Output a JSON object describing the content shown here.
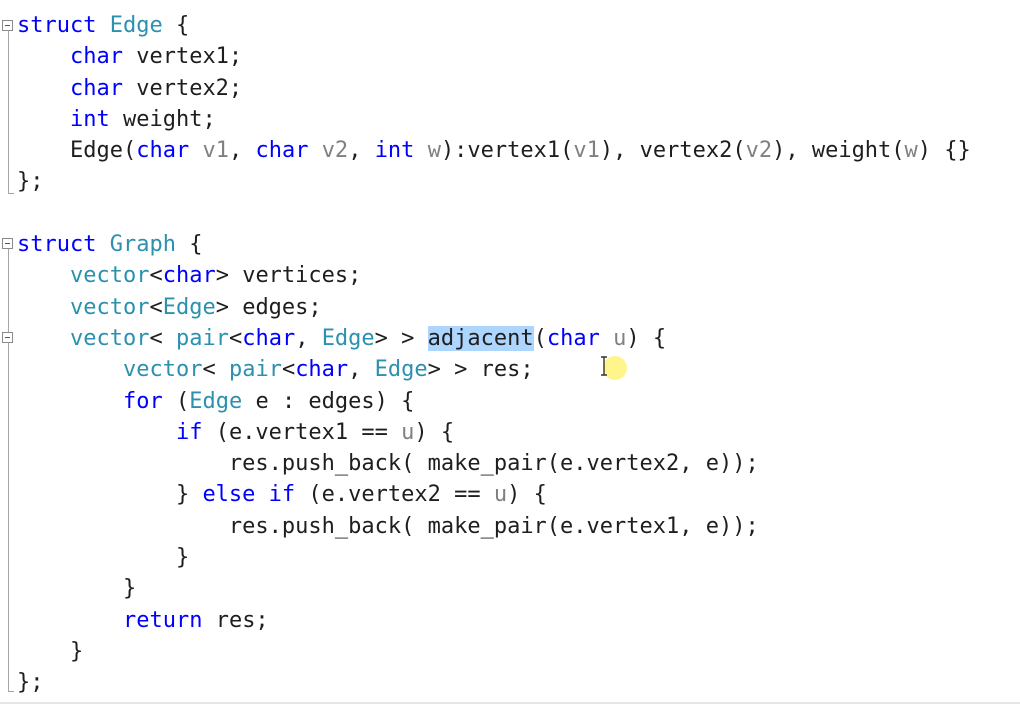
{
  "editor": {
    "highlighted_word": "adjacent",
    "lines": [
      [
        [
          "kw",
          "struct"
        ],
        [
          "pl",
          " "
        ],
        [
          "ty",
          "Edge"
        ],
        [
          "pl",
          " {"
        ]
      ],
      [
        [
          "pl",
          "    "
        ],
        [
          "kw",
          "char"
        ],
        [
          "pl",
          " vertex1;"
        ]
      ],
      [
        [
          "pl",
          "    "
        ],
        [
          "kw",
          "char"
        ],
        [
          "pl",
          " vertex2;"
        ]
      ],
      [
        [
          "pl",
          "    "
        ],
        [
          "kw",
          "int"
        ],
        [
          "pl",
          " weight;"
        ]
      ],
      [
        [
          "pl",
          "    Edge("
        ],
        [
          "kw",
          "char"
        ],
        [
          "pl",
          " "
        ],
        [
          "pm",
          "v1"
        ],
        [
          "pl",
          ", "
        ],
        [
          "kw",
          "char"
        ],
        [
          "pl",
          " "
        ],
        [
          "pm",
          "v2"
        ],
        [
          "pl",
          ", "
        ],
        [
          "kw",
          "int"
        ],
        [
          "pl",
          " "
        ],
        [
          "pm",
          "w"
        ],
        [
          "pl",
          "):vertex1("
        ],
        [
          "pm",
          "v1"
        ],
        [
          "pl",
          "), vertex2("
        ],
        [
          "pm",
          "v2"
        ],
        [
          "pl",
          "), weight("
        ],
        [
          "pm",
          "w"
        ],
        [
          "pl",
          ") {}"
        ]
      ],
      [
        [
          "pl",
          "};"
        ]
      ],
      [
        [
          "pl",
          ""
        ]
      ],
      [
        [
          "kw",
          "struct"
        ],
        [
          "pl",
          " "
        ],
        [
          "ty",
          "Graph"
        ],
        [
          "pl",
          " {"
        ]
      ],
      [
        [
          "pl",
          "    "
        ],
        [
          "ty",
          "vector"
        ],
        [
          "pl",
          "<"
        ],
        [
          "kw",
          "char"
        ],
        [
          "pl",
          "> vertices;"
        ]
      ],
      [
        [
          "pl",
          "    "
        ],
        [
          "ty",
          "vector"
        ],
        [
          "pl",
          "<"
        ],
        [
          "ty",
          "Edge"
        ],
        [
          "pl",
          "> edges;"
        ]
      ],
      [
        [
          "pl",
          "    "
        ],
        [
          "ty",
          "vector"
        ],
        [
          "pl",
          "< "
        ],
        [
          "ty",
          "pair"
        ],
        [
          "pl",
          "<"
        ],
        [
          "kw",
          "char"
        ],
        [
          "pl",
          ", "
        ],
        [
          "ty",
          "Edge"
        ],
        [
          "pl",
          "> > "
        ],
        [
          "hl",
          "adjacent"
        ],
        [
          "pl",
          "("
        ],
        [
          "kw",
          "char"
        ],
        [
          "pl",
          " "
        ],
        [
          "pm",
          "u"
        ],
        [
          "pl",
          ") {"
        ]
      ],
      [
        [
          "pl",
          "        "
        ],
        [
          "ty",
          "vector"
        ],
        [
          "pl",
          "< "
        ],
        [
          "ty",
          "pair"
        ],
        [
          "pl",
          "<"
        ],
        [
          "kw",
          "char"
        ],
        [
          "pl",
          ", "
        ],
        [
          "ty",
          "Edge"
        ],
        [
          "pl",
          "> > res;"
        ]
      ],
      [
        [
          "pl",
          "        "
        ],
        [
          "kw",
          "for"
        ],
        [
          "pl",
          " ("
        ],
        [
          "ty",
          "Edge"
        ],
        [
          "pl",
          " e : edges) {"
        ]
      ],
      [
        [
          "pl",
          "            "
        ],
        [
          "kw",
          "if"
        ],
        [
          "pl",
          " (e.vertex1 == "
        ],
        [
          "pm",
          "u"
        ],
        [
          "pl",
          ") {"
        ]
      ],
      [
        [
          "pl",
          "                res.push_back( make_pair(e.vertex2, e));"
        ]
      ],
      [
        [
          "pl",
          "            } "
        ],
        [
          "kw",
          "else"
        ],
        [
          "pl",
          " "
        ],
        [
          "kw",
          "if"
        ],
        [
          "pl",
          " (e.vertex2 == "
        ],
        [
          "pm",
          "u"
        ],
        [
          "pl",
          ") {"
        ]
      ],
      [
        [
          "pl",
          "                res.push_back( make_pair(e.vertex1, e));"
        ]
      ],
      [
        [
          "pl",
          "            }"
        ]
      ],
      [
        [
          "pl",
          "        }"
        ]
      ],
      [
        [
          "pl",
          "        "
        ],
        [
          "kw",
          "return"
        ],
        [
          "pl",
          " res;"
        ]
      ],
      [
        [
          "pl",
          "    }"
        ]
      ],
      [
        [
          "pl",
          "};"
        ]
      ]
    ]
  },
  "icons": {
    "fold_collapse": "minus-box-icon",
    "cursor": "text-cursor-icon"
  },
  "colors": {
    "keyword": "#0000ff",
    "type": "#2b91af",
    "parameter": "#808080",
    "plain": "#1e1e1e",
    "selection": "#add6ff"
  }
}
